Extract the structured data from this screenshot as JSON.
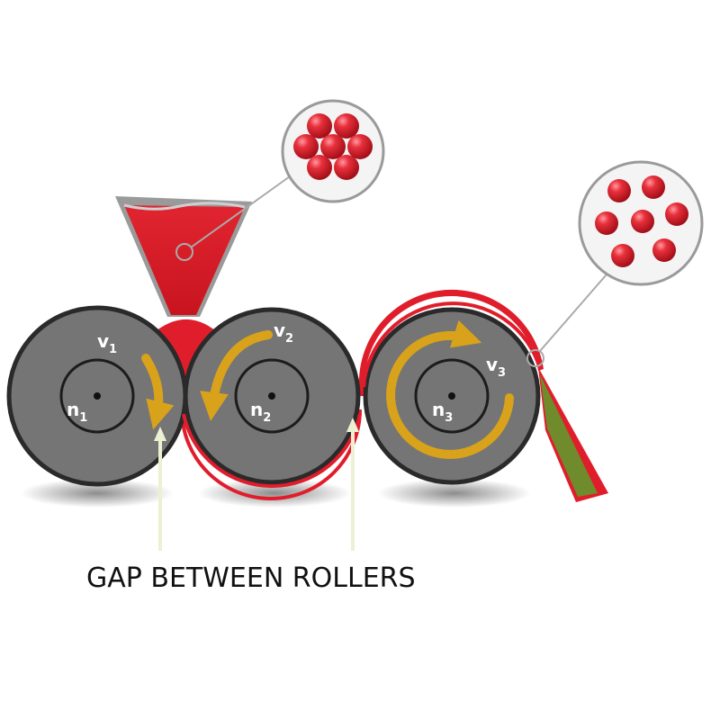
{
  "caption": "GAP BETWEEN ROLLERS",
  "rollers": [
    {
      "velocity_label": "v",
      "velocity_sub": "1",
      "speed_label": "n",
      "speed_sub": "1"
    },
    {
      "velocity_label": "v",
      "velocity_sub": "2",
      "speed_label": "n",
      "speed_sub": "2"
    },
    {
      "velocity_label": "v",
      "velocity_sub": "3",
      "speed_label": "n",
      "speed_sub": "3"
    }
  ],
  "colors": {
    "roller": "#757575",
    "roller_dark": "#2a2a2a",
    "material": "#e01d2b",
    "arrow": "#d9a21b",
    "film": "#6f8b2c",
    "particle": "#e0202e",
    "pointer": "#eef0d4"
  },
  "icons": {
    "packed_particles": "packed-particles-icon",
    "dispersed_particles": "dispersed-particles-icon"
  }
}
